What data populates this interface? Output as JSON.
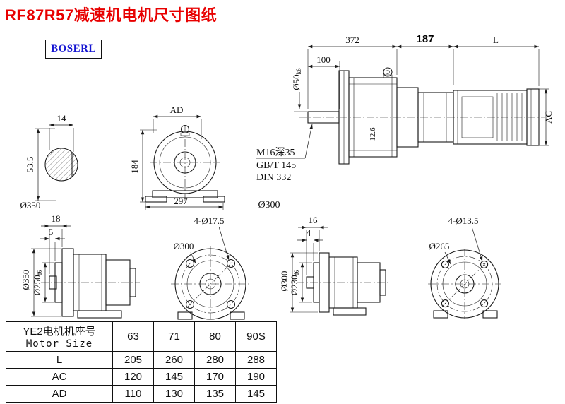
{
  "page": {
    "title": "RF87R57减速机电机尺寸图纸",
    "brand": "BOSERL"
  },
  "main_view": {
    "dim_total": "372",
    "dim_mid": "187",
    "dim_motor_len": "L",
    "dim_shaft_len": "100",
    "shaft_dia": "Ø50",
    "shaft_tol": "k6",
    "dim_ac": "AC",
    "dim_flange": "12.6",
    "note_thread": "M16深35",
    "note_gb": "GB/T 145",
    "note_din": "DIN 332"
  },
  "shaft_section": {
    "dim_width": "14",
    "dim_height": "53.5",
    "dia_label": "Ø350"
  },
  "front_view": {
    "dim_ad": "AD",
    "dim_height": "184",
    "dim_width": "297",
    "dia_label": "Ø300"
  },
  "output_side": {
    "dim_depth": "18",
    "dim_step": "5",
    "dia_outer": "Ø350",
    "dia_spigot": "Ø250",
    "spigot_tol": "f6"
  },
  "output_flange": {
    "holes_label": "4-Ø17.5",
    "dia_label": "Ø300"
  },
  "input_side": {
    "dim_depth": "16",
    "dim_step": "4",
    "dia_outer": "Ø300",
    "dia_spigot": "Ø230",
    "spigot_tol": "f6"
  },
  "input_flange": {
    "holes_label": "4-Ø13.5",
    "dia_label": "Ø265"
  },
  "table": {
    "header_cn": "YE2电机机座号",
    "header_en": "Motor Size",
    "motor_sizes": [
      "63",
      "71",
      "80",
      "90S"
    ],
    "rows": [
      {
        "label": "L",
        "values": [
          "205",
          "260",
          "280",
          "288"
        ]
      },
      {
        "label": "AC",
        "values": [
          "120",
          "145",
          "170",
          "190"
        ]
      },
      {
        "label": "AD",
        "values": [
          "110",
          "130",
          "135",
          "145"
        ]
      }
    ]
  }
}
